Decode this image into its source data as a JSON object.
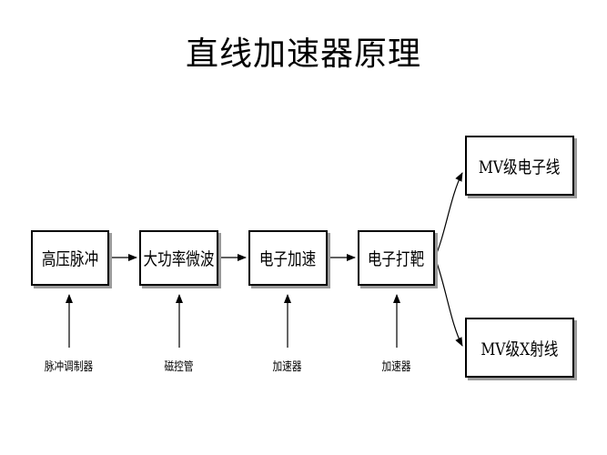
{
  "title": "直线加速器原理",
  "nodes": [
    {
      "id": "high-voltage-pulse",
      "label": "高压脉冲"
    },
    {
      "id": "high-power-microwave",
      "label": "大功率微波"
    },
    {
      "id": "electron-acceleration",
      "label": "电子加速"
    },
    {
      "id": "electron-target",
      "label": "电子打靶"
    },
    {
      "id": "mv-electron-beam",
      "label": "MV级电子线"
    },
    {
      "id": "mv-xray",
      "label": "MV级X射线"
    }
  ],
  "inputs": [
    {
      "id": "pulse-modulator",
      "label": "脉冲调制器",
      "target": "high-voltage-pulse"
    },
    {
      "id": "magnetron",
      "label": "磁控管",
      "target": "high-power-microwave"
    },
    {
      "id": "accelerator-1",
      "label": "加速器",
      "target": "electron-acceleration"
    },
    {
      "id": "accelerator-2",
      "label": "加速器",
      "target": "electron-target"
    }
  ],
  "edges": [
    {
      "from": "high-voltage-pulse",
      "to": "high-power-microwave"
    },
    {
      "from": "high-power-microwave",
      "to": "electron-acceleration"
    },
    {
      "from": "electron-acceleration",
      "to": "electron-target"
    },
    {
      "from": "electron-target",
      "to": "mv-electron-beam"
    },
    {
      "from": "electron-target",
      "to": "mv-xray"
    }
  ]
}
